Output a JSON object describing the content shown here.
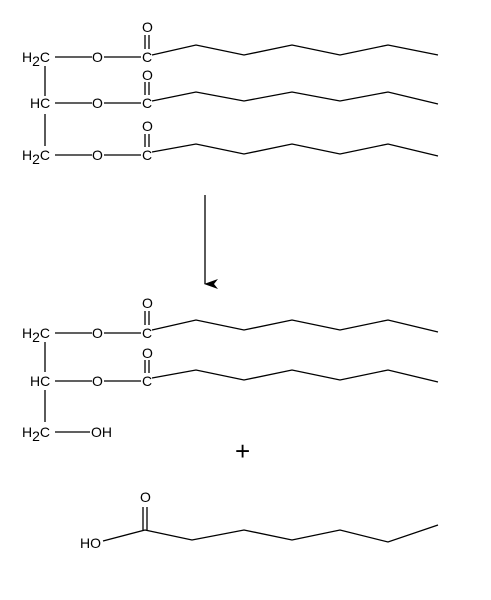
{
  "atoms": {
    "ch2": "H",
    "ch2_sub": "2",
    "ch2_c": "C",
    "ch": "HC",
    "oxygen": "O",
    "carbon": "C",
    "hydroxyl_left": "HO",
    "hydroxyl_right": "OH"
  },
  "operators": {
    "plus": "+"
  },
  "colors": {
    "ink": "#000000",
    "background": "#ffffff"
  }
}
